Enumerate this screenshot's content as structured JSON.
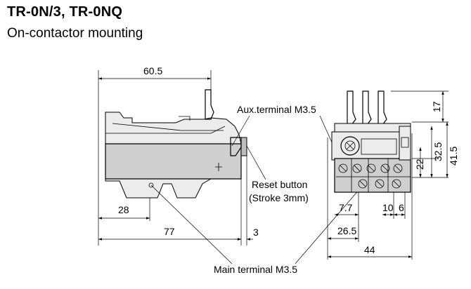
{
  "header": {
    "title": "TR-0N/3, TR-0NQ",
    "subtitle": "On-contactor mounting"
  },
  "side_view": {
    "dim_top": "60.5",
    "dim_28": "28",
    "dim_77": "77",
    "dim_3": "3"
  },
  "front_view": {
    "dim_17": "17",
    "dim_32_5": "32.5",
    "dim_41_5": "41.5",
    "dim_22": "22",
    "dim_7_7": "7.7",
    "dim_10": "10",
    "dim_6": "6",
    "dim_26_5": "26.5",
    "dim_44": "44"
  },
  "callouts": {
    "aux_terminal": "Aux.terminal M3.5",
    "reset_button": "Reset button",
    "reset_stroke": "(Stroke 3mm)",
    "main_terminal": "Main terminal M3.5"
  }
}
